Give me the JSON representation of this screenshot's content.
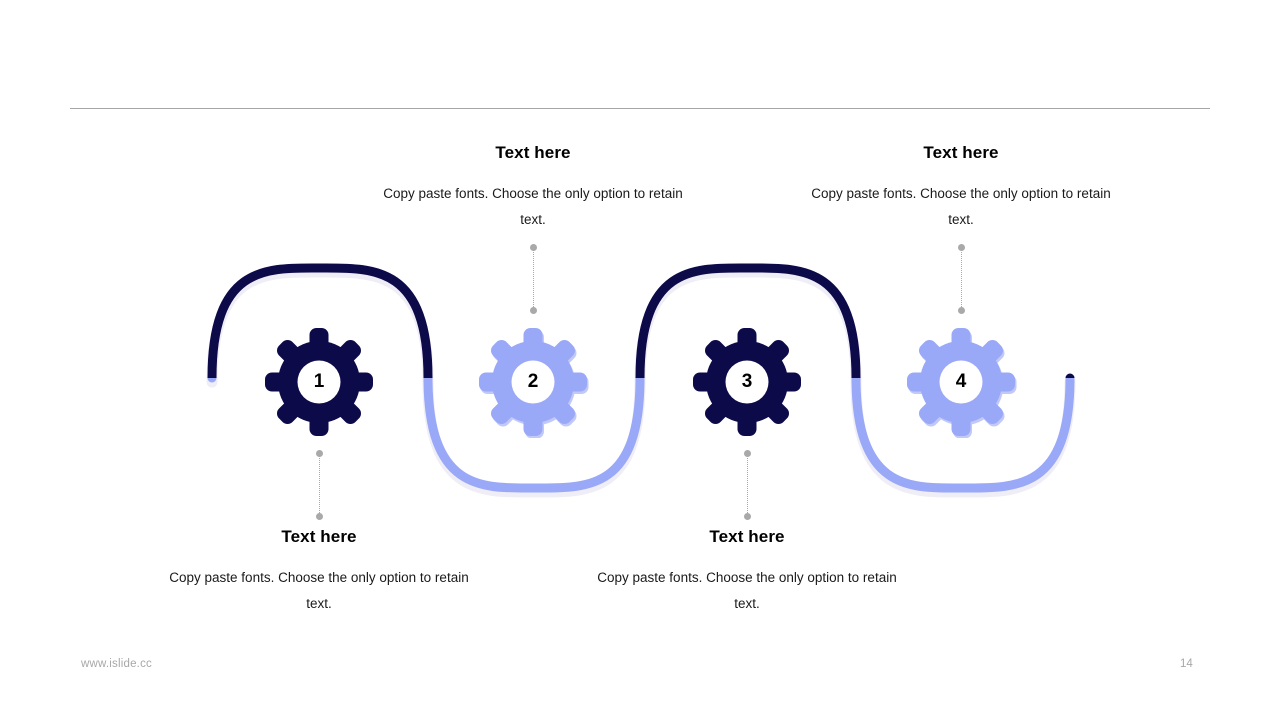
{
  "slide": {
    "page_number": "14",
    "footer_url": "www.islide.cc",
    "background_color": "#ffffff",
    "divider_color": "#a6a6a6"
  },
  "palette": {
    "dark": "#0d0a4a",
    "light": "#9aa8f8",
    "shadow": "#eceaf4",
    "dot": "#a9a9a9",
    "text": "#000000",
    "muted": "#a8a8a8"
  },
  "steps": [
    {
      "number": "1",
      "gear_color": "#0d0a4a",
      "title": "Text here",
      "body": "Copy paste fonts. Choose the only option to retain text.",
      "position": "below"
    },
    {
      "number": "2",
      "gear_color": "#9aa8f8",
      "title": "Text here",
      "body": "Copy paste fonts. Choose the only option to retain text.",
      "position": "above"
    },
    {
      "number": "3",
      "gear_color": "#0d0a4a",
      "title": "Text here",
      "body": "Copy paste fonts. Choose the only option to retain text.",
      "position": "below"
    },
    {
      "number": "4",
      "gear_color": "#9aa8f8",
      "title": "Text here",
      "body": "Copy paste fonts. Choose the only option to retain text.",
      "position": "above"
    }
  ]
}
